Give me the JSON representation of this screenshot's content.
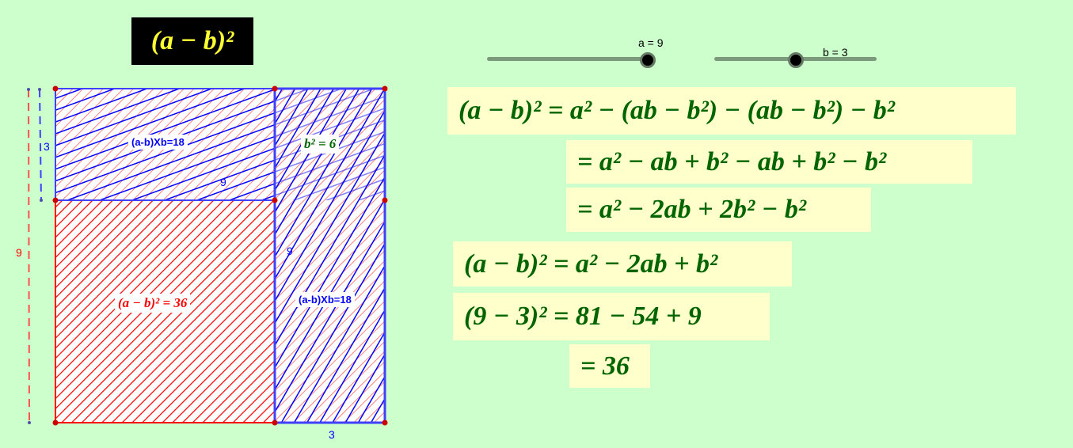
{
  "title": "(a − b)²",
  "sliders": [
    {
      "name": "a",
      "label": "a = 9",
      "value": 9,
      "fraction": 1.0
    },
    {
      "name": "b",
      "label": "b = 3",
      "value": 3,
      "fraction": 0.5
    }
  ],
  "diagram": {
    "labels": {
      "top_rect": "(a-b)Xb=18",
      "right_rect": "(a-b)Xb=18",
      "small_square": "b² = 6",
      "big_square": "(a − b)² = 36"
    },
    "dimensions": {
      "left_9": "9",
      "left_3": "3",
      "top_rect_9": "9",
      "right_rect_9": "9",
      "bottom_3": "3"
    },
    "colors": {
      "red": "#ff0000",
      "blue": "#0000ff",
      "green": "#006400",
      "point": "#cc0000"
    }
  },
  "equations": [
    "(a − b)² = a² − (ab − b²) − (ab − b²) − b²",
    "= a² − ab + b² − ab + b² − b²",
    "= a² − 2ab + 2b² − b²",
    "(a − b)² = a² − 2ab + b²",
    "(9 − 3)² = 81 − 54 + 9",
    "= 36"
  ]
}
